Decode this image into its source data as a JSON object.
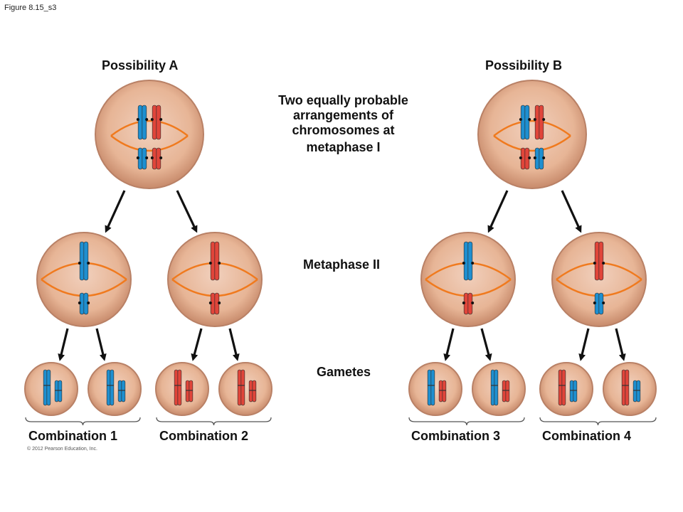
{
  "figure_label": "Figure 8.15_s3",
  "possibility_a": "Possibility A",
  "possibility_b": "Possibility B",
  "center_caption": {
    "line1": "Two equally probable",
    "line2": "arrangements of",
    "line3": "chromosomes at",
    "line4": "metaphase I"
  },
  "metaphase_ii": "Metaphase II",
  "gametes": "Gametes",
  "combinations": [
    "Combination 1",
    "Combination 2",
    "Combination 3",
    "Combination 4"
  ],
  "copyright": "© 2012 Pearson Education, Inc.",
  "colors": {
    "blue_chromosome": "#1e8fd0",
    "red_chromosome": "#e0453a",
    "cell_fill": "#e7b596",
    "cell_edge": "#b98166",
    "spindle": "#f07a1e"
  }
}
